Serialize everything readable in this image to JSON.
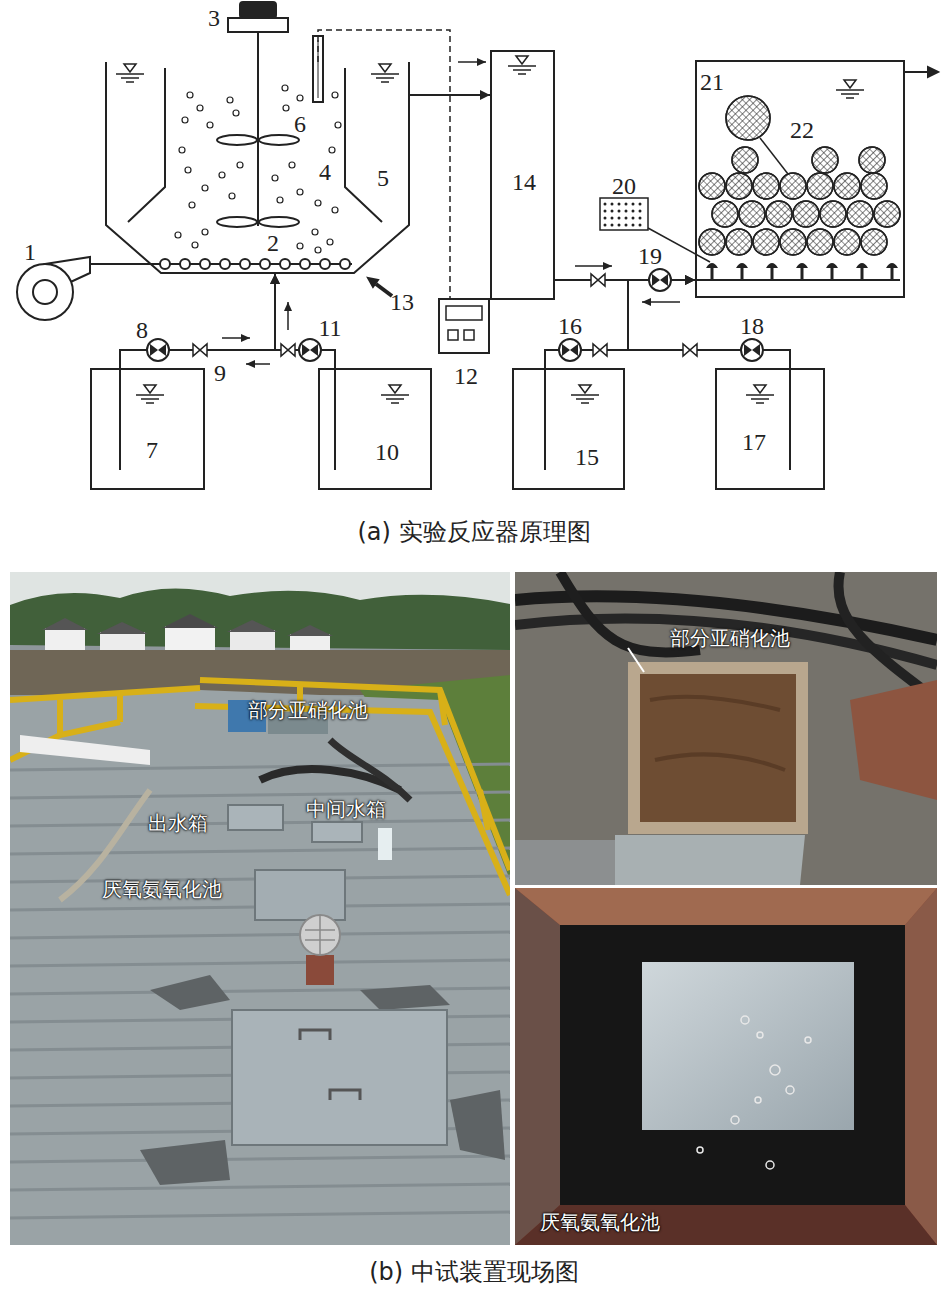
{
  "diagram": {
    "nodes": [
      {
        "text": [
          "4"
        ]
      },
      {
        "text": [
          "14"
        ]
      },
      {
        "text": [
          "22"
        ]
      },
      {
        "text": [
          "7"
        ]
      },
      {
        "text": [
          "10"
        ]
      },
      {
        "text": [
          "12"
        ]
      },
      {
        "text": [
          "15"
        ]
      },
      {
        "text": [
          "17"
        ]
      }
    ],
    "edges": [
      {
        "from": 3,
        "to": 0,
        "arrow": "to"
      },
      {
        "from": 4,
        "to": 0,
        "arrow": "to"
      },
      {
        "from": 0,
        "to": 1,
        "arrow": "to"
      },
      {
        "from": 0,
        "to": 5,
        "arrow": "none"
      },
      {
        "from": 1,
        "to": 2,
        "arrow": "to"
      },
      {
        "from": 6,
        "to": 2,
        "arrow": "to"
      },
      {
        "from": 7,
        "to": 2,
        "arrow": "to"
      }
    ],
    "labels": [
      "1",
      "2",
      "3",
      "5",
      "6",
      "8",
      "9",
      "11",
      "13",
      "16",
      "18",
      "19",
      "20",
      "21",
      "(a) 实验反应器原理图",
      "部分亚硝化池",
      "出水箱",
      "中间水箱",
      "厌氧氨氧化池",
      "部分亚硝化池",
      "厌氧氨氧化池",
      "(b) 中试装置现场图"
    ]
  }
}
